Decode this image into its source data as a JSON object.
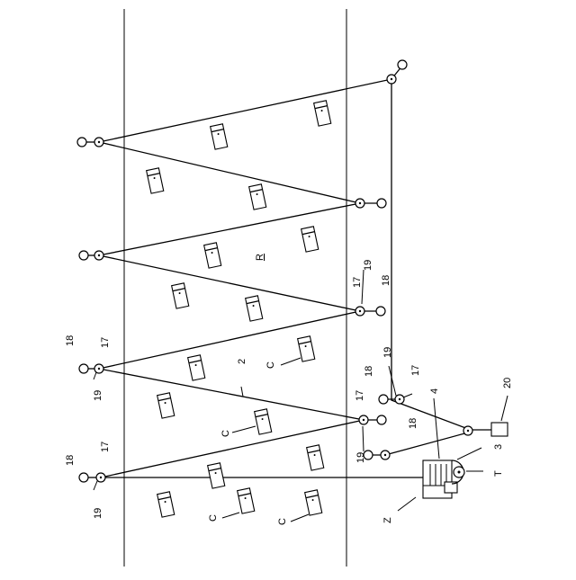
{
  "labels": {
    "ref_18": "18",
    "ref_17": "17",
    "ref_19": "19",
    "ref_2": "2",
    "ref_C": "C",
    "ref_R": "R",
    "ref_4": "4",
    "ref_3": "3",
    "ref_T": "T",
    "ref_20": "20",
    "ref_Z": "Z"
  }
}
